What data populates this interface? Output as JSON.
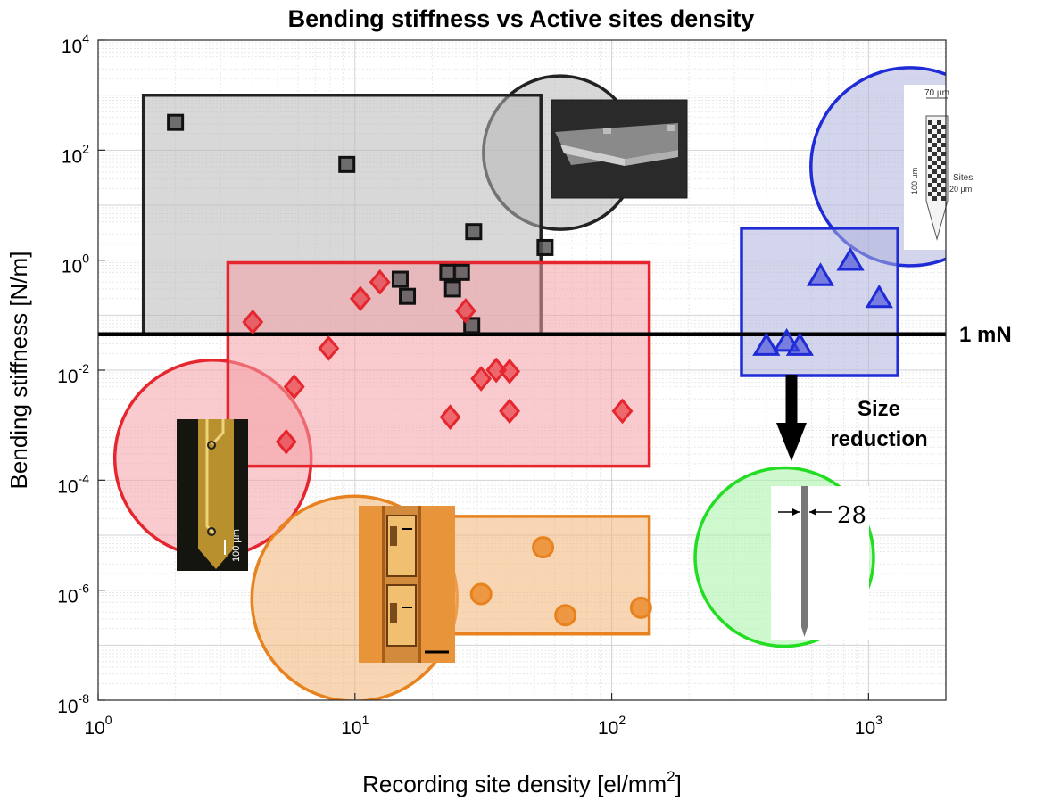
{
  "colors": {
    "gray": "#555555",
    "red": "#e6262e",
    "orange": "#e8821e",
    "blue": "#1f2bd6",
    "green": "#33e833",
    "black": "#000000"
  },
  "chart_data": {
    "type": "scatter",
    "title": "Bending stiffness vs Active sites density",
    "xlabel": "Recording site density [el/mm",
    "xlabel_sup": "2",
    "xlabel_end": "]",
    "ylabel": "Bending stiffness [N/m]",
    "x_scale": "log",
    "y_scale": "log",
    "xlim": [
      1,
      2000
    ],
    "ylim": [
      1e-08,
      10000
    ],
    "grid": true,
    "x_ticks": [
      {
        "base": "10",
        "exp": "0",
        "value": 1
      },
      {
        "base": "10",
        "exp": "1",
        "value": 10
      },
      {
        "base": "10",
        "exp": "2",
        "value": 100
      },
      {
        "base": "10",
        "exp": "3",
        "value": 1000
      }
    ],
    "y_ticks": [
      {
        "base": "10",
        "exp": "-8",
        "value": 1e-08
      },
      {
        "base": "10",
        "exp": "-6",
        "value": 1e-06
      },
      {
        "base": "10",
        "exp": "-4",
        "value": 0.0001
      },
      {
        "base": "10",
        "exp": "-2",
        "value": 0.01
      },
      {
        "base": "10",
        "exp": "0",
        "value": 1
      },
      {
        "base": "10",
        "exp": "2",
        "value": 100
      },
      {
        "base": "10",
        "exp": "4",
        "value": 10000
      }
    ],
    "reference_line": {
      "y": 0.045,
      "label": "1 mN"
    },
    "annotation": {
      "lines": [
        "Size",
        "reduction"
      ]
    },
    "inset_labels": {
      "red_scale": "100 µm",
      "green_width": "28",
      "blue_width": "70 µm",
      "blue_sites": "Sites",
      "blue_length": "100 µm",
      "blue_tip": "20 µm"
    },
    "series": [
      {
        "marker": "square",
        "color_key": "gray",
        "points": [
          {
            "x": 2.0,
            "y": 320
          },
          {
            "x": 9.3,
            "y": 55
          },
          {
            "x": 29,
            "y": 3.3
          },
          {
            "x": 55,
            "y": 1.7
          },
          {
            "x": 15,
            "y": 0.45
          },
          {
            "x": 16,
            "y": 0.22
          },
          {
            "x": 23,
            "y": 0.6
          },
          {
            "x": 24,
            "y": 0.3
          },
          {
            "x": 26,
            "y": 0.6
          },
          {
            "x": 28.5,
            "y": 0.065
          }
        ]
      },
      {
        "marker": "diamond",
        "color_key": "red",
        "points": [
          {
            "x": 4.0,
            "y": 0.075
          },
          {
            "x": 5.4,
            "y": 0.0005
          },
          {
            "x": 5.8,
            "y": 0.005
          },
          {
            "x": 7.9,
            "y": 0.025
          },
          {
            "x": 10.5,
            "y": 0.2
          },
          {
            "x": 12.5,
            "y": 0.4
          },
          {
            "x": 23.5,
            "y": 0.0014
          },
          {
            "x": 27,
            "y": 0.12
          },
          {
            "x": 31,
            "y": 0.007
          },
          {
            "x": 35.5,
            "y": 0.01
          },
          {
            "x": 40,
            "y": 0.0018
          },
          {
            "x": 40,
            "y": 0.0095
          },
          {
            "x": 110,
            "y": 0.0018
          }
        ]
      },
      {
        "marker": "circle",
        "color_key": "orange",
        "points": [
          {
            "x": 31,
            "y": 8.5e-07
          },
          {
            "x": 54,
            "y": 6e-06
          },
          {
            "x": 66,
            "y": 3.5e-07
          },
          {
            "x": 130,
            "y": 4.8e-07
          }
        ]
      },
      {
        "marker": "triangle",
        "color_key": "blue",
        "points": [
          {
            "x": 400,
            "y": 0.027
          },
          {
            "x": 480,
            "y": 0.032
          },
          {
            "x": 540,
            "y": 0.027
          },
          {
            "x": 650,
            "y": 0.5
          },
          {
            "x": 850,
            "y": 0.95
          },
          {
            "x": 1100,
            "y": 0.2
          }
        ]
      }
    ]
  }
}
